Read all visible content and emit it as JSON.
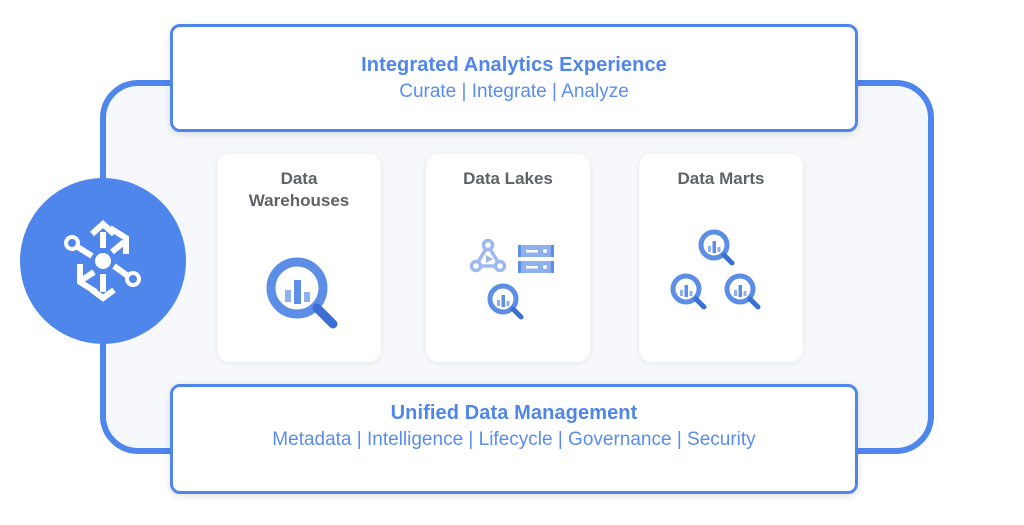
{
  "colors": {
    "accent": "#4f86ec",
    "label_gray": "#5f6368",
    "panel_bg": "#f6f8fb"
  },
  "hub": {
    "icon": "analytics-hub-hexagon-icon"
  },
  "top_band": {
    "title": "Integrated Analytics Experience",
    "subtitle": "Curate | Integrate | Analyze"
  },
  "cards": [
    {
      "label_line1": "Data",
      "label_line2": "Warehouses",
      "icon": "magnifier-chart-icon"
    },
    {
      "label_line1": "Data Lakes",
      "label_line2": "",
      "icon": "pipeline-storage-magnifier-icon"
    },
    {
      "label_line1": "Data Marts",
      "label_line2": "",
      "icon": "three-magnifiers-icon"
    }
  ],
  "bottom_band": {
    "title": "Unified Data Management",
    "subtitle": "Metadata | Intelligence | Lifecycle | Governance | Security"
  }
}
